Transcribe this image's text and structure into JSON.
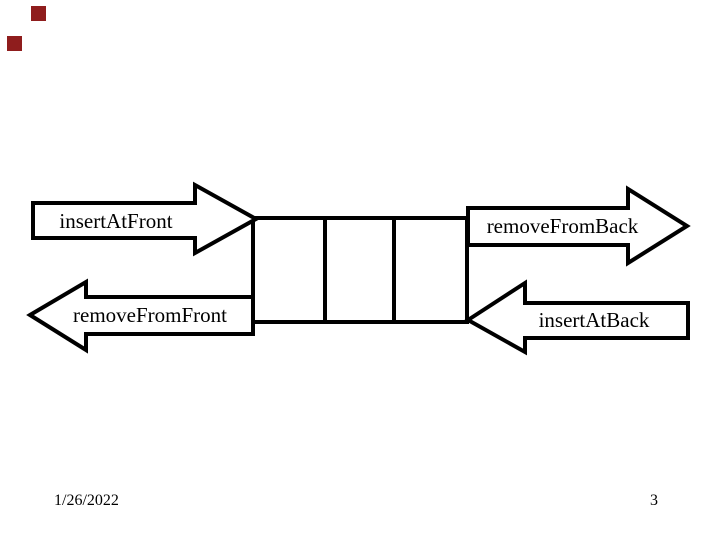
{
  "slide": {
    "background_color": "#ffffff",
    "line_color": "#000000",
    "decor": {
      "square_color": "#8f1d1d"
    },
    "diagram": {
      "type": "deque-operations",
      "deque_cells": 3,
      "arrows": [
        {
          "id": "insert-at-front",
          "label": "insertAtFront",
          "direction": "right"
        },
        {
          "id": "remove-from-back",
          "label": "removeFromBack",
          "direction": "right"
        },
        {
          "id": "remove-from-front",
          "label": "removeFromFront",
          "direction": "left"
        },
        {
          "id": "insert-at-back",
          "label": "insertAtBack",
          "direction": "left"
        }
      ]
    },
    "footer": {
      "date": "1/26/2022",
      "page_number": "3"
    }
  }
}
